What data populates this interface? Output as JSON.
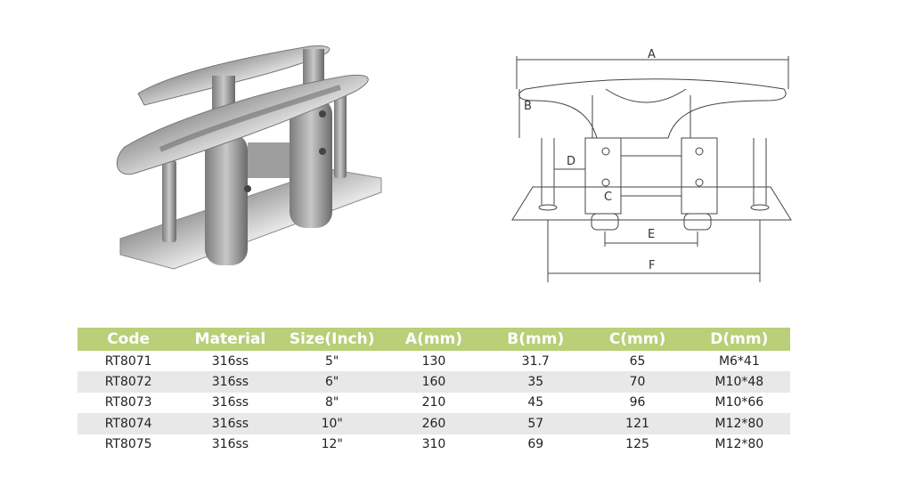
{
  "drawing": {
    "labels": {
      "a": "A",
      "b": "B",
      "c": "C",
      "d": "D",
      "e": "E",
      "f": "F"
    }
  },
  "table": {
    "headers": [
      "Code",
      "Material",
      "Size(Inch)",
      "A(mm)",
      "B(mm)",
      "C(mm)",
      "D(mm)"
    ],
    "rows": [
      [
        "RT8071",
        "316ss",
        "5\"",
        "130",
        "31.7",
        "65",
        "M6*41"
      ],
      [
        "RT8072",
        "316ss",
        "6\"",
        "160",
        "35",
        "70",
        "M10*48"
      ],
      [
        "RT8073",
        "316ss",
        "8\"",
        "210",
        "45",
        "96",
        "M10*66"
      ],
      [
        "RT8074",
        "316ss",
        "10\"",
        "260",
        "57",
        "121",
        "M12*80"
      ],
      [
        "RT8075",
        "316ss",
        "12\"",
        "310",
        "69",
        "125",
        "M12*80"
      ]
    ]
  },
  "colors": {
    "header_bg": "#b9cf78",
    "stripe": "#e8e8e8"
  }
}
